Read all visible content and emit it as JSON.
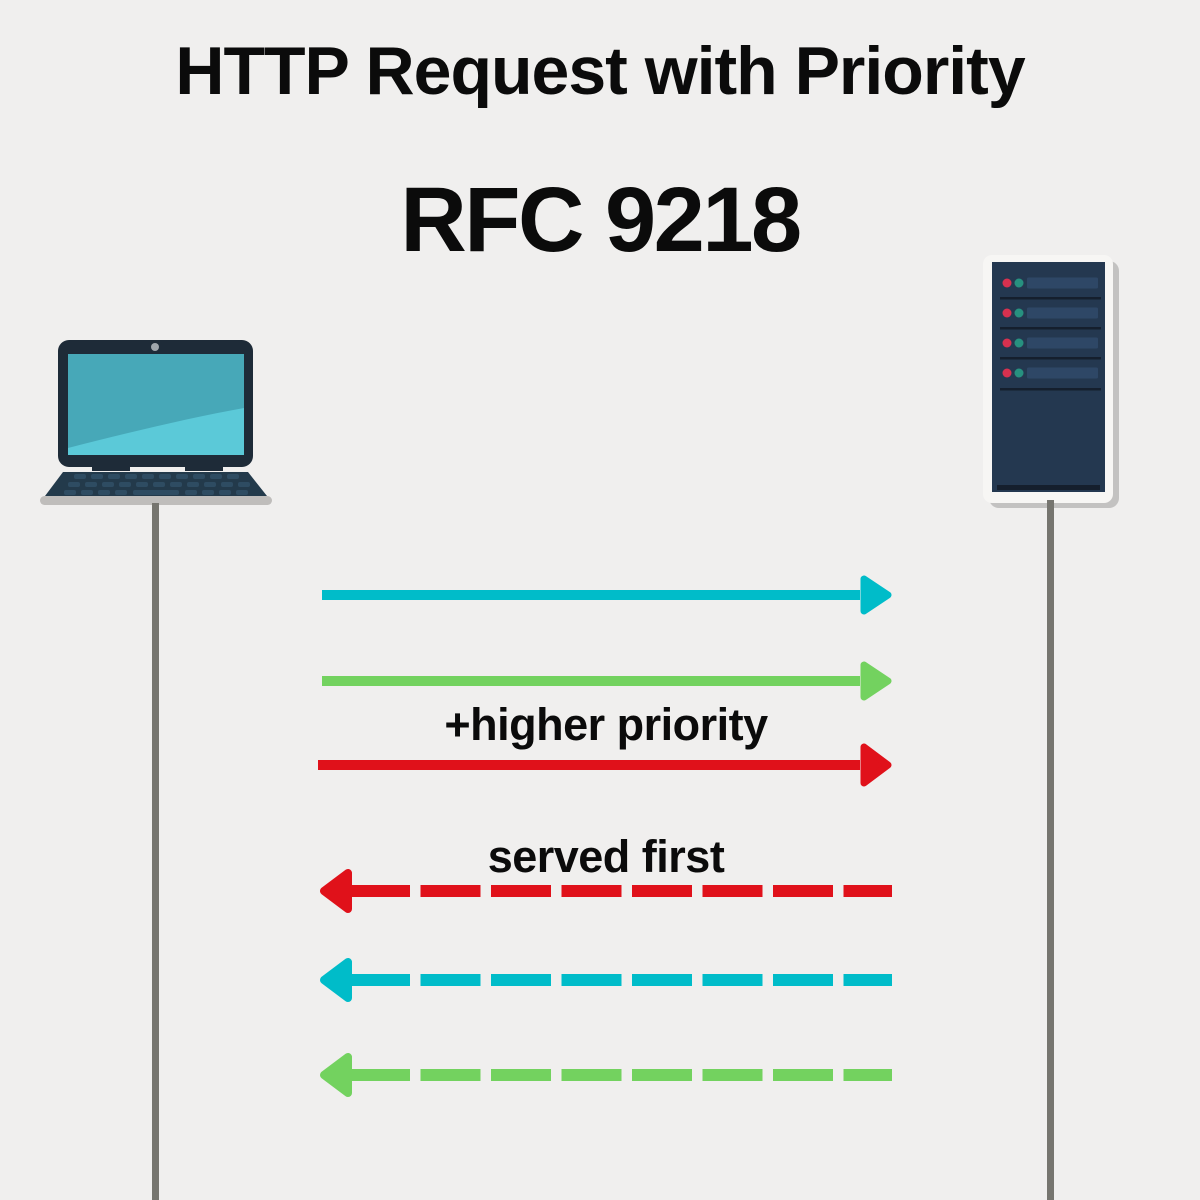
{
  "title": "HTTP Request with Priority",
  "subtitle": "RFC 9218",
  "background": "#f0efee",
  "text_color": "#0b0b0b",
  "lifeline_color": "#76756f",
  "labels": {
    "higher_priority": "+higher priority",
    "served_first": "served first"
  },
  "nodes": {
    "client": {
      "type": "laptop",
      "position": "left"
    },
    "server": {
      "type": "server-rack",
      "position": "right"
    }
  },
  "arrows": {
    "requests": [
      {
        "name": "request-1",
        "style": "solid",
        "direction": "client-to-server",
        "color": "#00bcc9"
      },
      {
        "name": "request-2",
        "style": "solid",
        "direction": "client-to-server",
        "color": "#73d25f"
      },
      {
        "name": "request-3",
        "style": "solid",
        "direction": "client-to-server",
        "color": "#e0111a"
      }
    ],
    "responses": [
      {
        "name": "response-1",
        "style": "dashed",
        "direction": "server-to-client",
        "color": "#e0111a"
      },
      {
        "name": "response-2",
        "style": "dashed",
        "direction": "server-to-client",
        "color": "#00bcc9"
      },
      {
        "name": "response-3",
        "style": "dashed",
        "direction": "server-to-client",
        "color": "#73d25f"
      }
    ]
  },
  "icon_colors": {
    "laptop_frame": "#1e2b38",
    "laptop_screen": "#47a8b8",
    "laptop_screen_highlight": "#5bc9d8",
    "laptop_camera": "#9fa6ac",
    "laptop_keys": "#2e4c62",
    "laptop_base": "#233a4b",
    "laptop_base_edge": "#bfbdbb",
    "server_shadow": "rgba(60,60,60,0.25)",
    "server_frame": "#f7f6f4",
    "server_body": "#243850",
    "server_bar": "#2e4766",
    "server_slot_line": "#151f2d",
    "server_led_red": "#d8314f",
    "server_led_teal": "#27907f"
  }
}
